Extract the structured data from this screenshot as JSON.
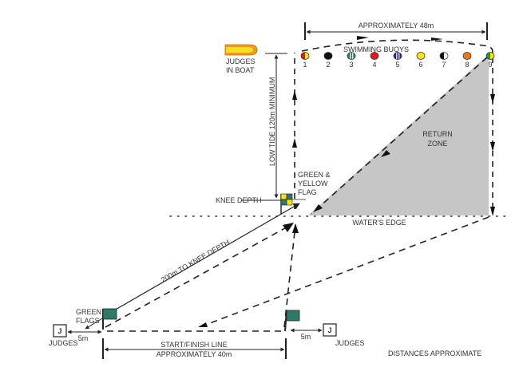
{
  "diagram": {
    "title_dimension": "APPROXIMATELY 48m",
    "buoys_label": "SWIMMING BUOYS",
    "buoys": [
      {
        "number": "1",
        "colors": [
          "#e0191c",
          "#f5e21a"
        ],
        "style": "split"
      },
      {
        "number": "2",
        "colors": [
          "#111111"
        ],
        "style": "solid"
      },
      {
        "number": "3",
        "colors": [
          "#2e7a6a",
          "#ffffff"
        ],
        "style": "striped"
      },
      {
        "number": "4",
        "colors": [
          "#e0191c"
        ],
        "style": "solid"
      },
      {
        "number": "5",
        "colors": [
          "#2a2a7a",
          "#ffffff"
        ],
        "style": "striped"
      },
      {
        "number": "6",
        "colors": [
          "#f5e21a"
        ],
        "style": "solid"
      },
      {
        "number": "7",
        "colors": [
          "#111111",
          "#ffffff"
        ],
        "style": "split"
      },
      {
        "number": "8",
        "colors": [
          "#e87a1e"
        ],
        "style": "solid"
      },
      {
        "number": "9",
        "colors": [
          "#1a9a3a",
          "#f5e21a"
        ],
        "style": "split"
      }
    ],
    "judges_boat": {
      "line1": "JUDGES",
      "line2": "IN BOAT"
    },
    "low_tide_label": "LOW TIDE 120m MINIMUM",
    "return_zone": {
      "line1": "RETURN",
      "line2": "ZONE"
    },
    "knee_depth_label": "KNEE DEPTH",
    "green_yellow_flag": {
      "line1": "GREEN &",
      "line2": "YELLOW",
      "line3": "FLAG"
    },
    "waters_edge_label": "WATER'S EDGE",
    "run_label": "200m TO KNEE DEPTH",
    "green_flags": {
      "line1": "GREEN",
      "line2": "FLAGS"
    },
    "judge_box_letter": "J",
    "judges_label": "JUDGES",
    "offset_label": "5m",
    "start_finish": {
      "line1": "START/FINISH LINE",
      "line2": "APPROXIMATELY 40m"
    },
    "footnote": "DISTANCES APPROXIMATE",
    "colors": {
      "line": "#222222",
      "return_zone_fill": "#c6c6c6",
      "flag_green": "#2e7a6a",
      "flag_yellow": "#f5e21a",
      "boat_orange": "#f39a1c",
      "boat_yellow": "#f5e21a"
    }
  }
}
